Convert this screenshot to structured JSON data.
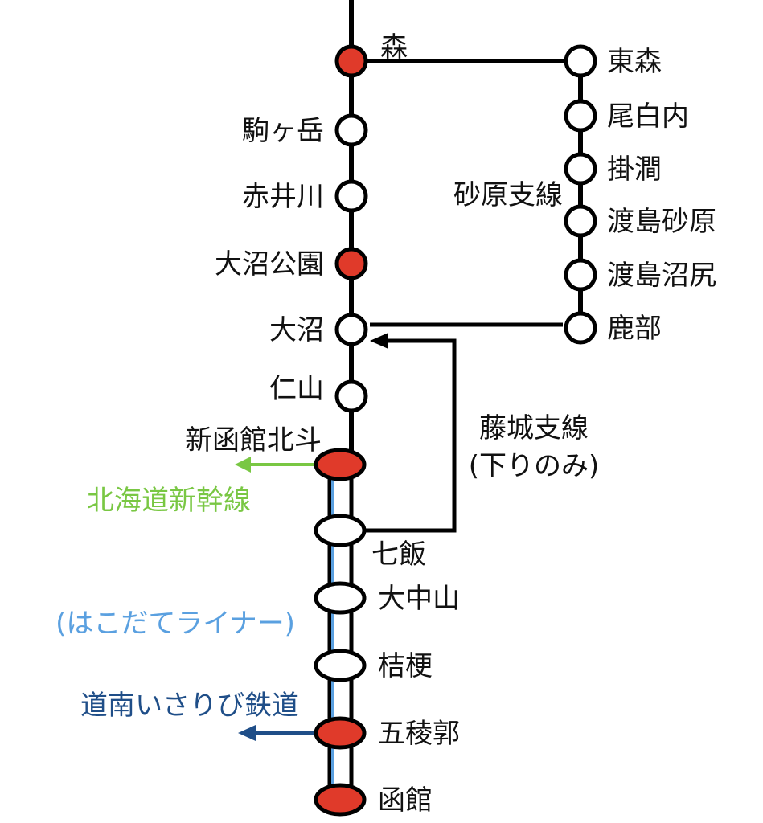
{
  "colors": {
    "line": "#000000",
    "major_station": "#e03a2a",
    "minor_station": "#ffffff",
    "shinkansen": "#79c743",
    "hakodate_liner": "#5aa0e0",
    "donan_isaribi": "#1f4e88"
  },
  "stations": {
    "mori": "森",
    "komagatake": "駒ヶ岳",
    "akaigawa": "赤井川",
    "onumakoen": "大沼公園",
    "onuma": "大沼",
    "nikoyama": "仁山",
    "shinhakodatehokuto": "新函館北斗",
    "nanae": "七飯",
    "onakayama": "大中山",
    "kikyo": "桔梗",
    "goryokaku": "五稜郭",
    "hakodate": "函館",
    "higashimori": "東森",
    "oshironai": "尾白内",
    "kakema": "掛澗",
    "oshimasawara": "渡島砂原",
    "oshimanumajiri": "渡島沼尻",
    "shikabe": "鹿部"
  },
  "lines": {
    "sawara_branch": "砂原支線",
    "fujishiro_branch": "藤城支線",
    "fujishiro_note": "(下りのみ)",
    "shinkansen": "北海道新幹線",
    "hakodate_liner": "(はこだてライナー)",
    "donan_isaribi": "道南いさりび鉄道"
  }
}
